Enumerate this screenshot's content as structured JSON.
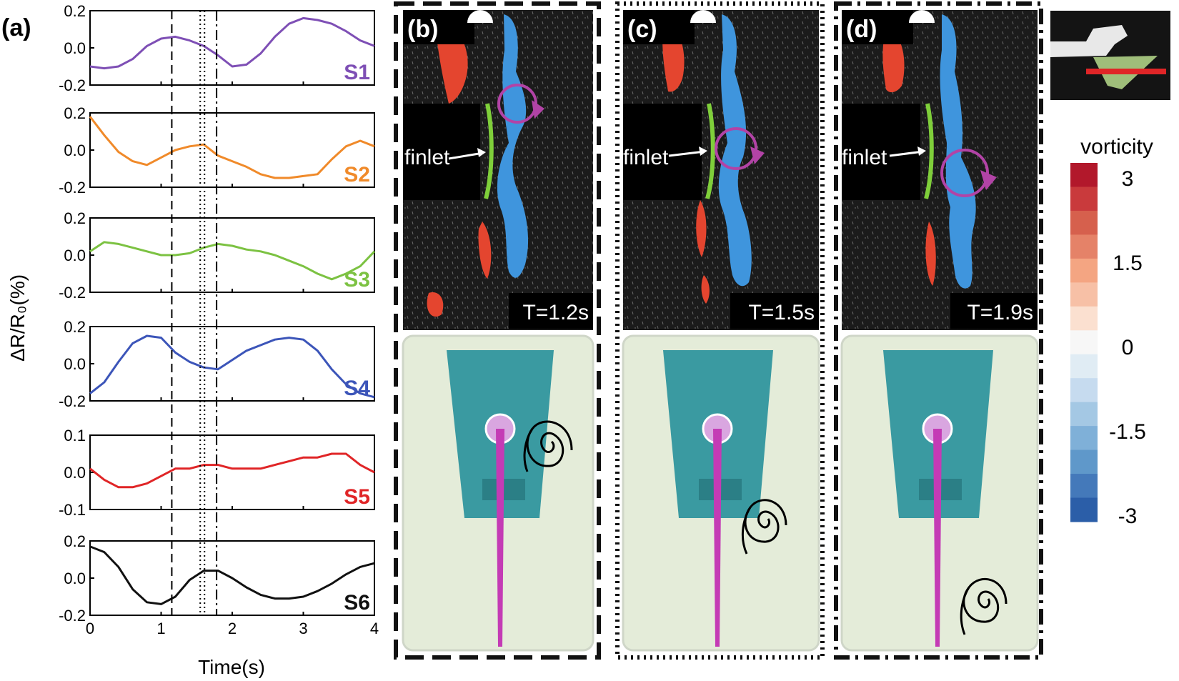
{
  "panel_labels": [
    "(a)",
    "(b)",
    "(c)",
    "(d)"
  ],
  "colors": {
    "S1": "#7e4fb5",
    "S2": "#f08a2a",
    "S3": "#7cc242",
    "S4": "#3c55b9",
    "S5": "#e02527",
    "S6": "#111111",
    "flow_bg": "#1b1b1b",
    "cold_vortex": "#3f95dd",
    "warm_vortex": "#e4452f",
    "finlet": "#7fcf3a",
    "circle": "#b243a6",
    "sketch_bg": "#e4ecd9",
    "fish_body": "#3a9aa1",
    "inset_bar": "#e02527"
  },
  "chart_data": {
    "type": "line",
    "ylabel": "ΔR/R₀(%)",
    "xlabel": "Time(s)",
    "xlim": [
      0,
      4
    ],
    "x_ticks": [
      "0",
      "1",
      "2",
      "3",
      "4"
    ],
    "vertical_markers": [
      {
        "x": 1.15,
        "style": "dashed"
      },
      {
        "x": 1.55,
        "style": "dotted"
      },
      {
        "x": 1.78,
        "style": "dash-dot"
      }
    ],
    "series": [
      {
        "name": "S1",
        "ylim": [
          -0.2,
          0.2
        ],
        "y_ticks": [
          "0.2",
          "0.0",
          "-0.2"
        ],
        "x": [
          0,
          0.2,
          0.4,
          0.6,
          0.8,
          1.0,
          1.2,
          1.4,
          1.6,
          1.8,
          2.0,
          2.2,
          2.4,
          2.6,
          2.8,
          3.0,
          3.2,
          3.4,
          3.6,
          3.8,
          4.0
        ],
        "y": [
          -0.1,
          -0.11,
          -0.1,
          -0.06,
          0.01,
          0.05,
          0.06,
          0.04,
          0.01,
          -0.04,
          -0.1,
          -0.09,
          -0.03,
          0.06,
          0.13,
          0.16,
          0.15,
          0.13,
          0.09,
          0.04,
          0.01
        ]
      },
      {
        "name": "S2",
        "ylim": [
          -0.2,
          0.2
        ],
        "y_ticks": [
          "0.2",
          "0.0",
          "-0.2"
        ],
        "x": [
          0,
          0.2,
          0.4,
          0.6,
          0.8,
          1.0,
          1.2,
          1.4,
          1.6,
          1.8,
          2.0,
          2.2,
          2.4,
          2.6,
          2.8,
          3.0,
          3.2,
          3.4,
          3.6,
          3.8,
          4.0
        ],
        "y": [
          0.18,
          0.08,
          -0.01,
          -0.06,
          -0.08,
          -0.04,
          0.0,
          0.02,
          0.03,
          -0.03,
          -0.06,
          -0.09,
          -0.13,
          -0.15,
          -0.15,
          -0.14,
          -0.13,
          -0.05,
          0.02,
          0.05,
          0.02
        ]
      },
      {
        "name": "S3",
        "ylim": [
          -0.2,
          0.2
        ],
        "y_ticks": [
          "0.2",
          "0.0",
          "-0.2"
        ],
        "x": [
          0,
          0.2,
          0.4,
          0.6,
          0.8,
          1.0,
          1.2,
          1.4,
          1.6,
          1.8,
          2.0,
          2.2,
          2.4,
          2.6,
          2.8,
          3.0,
          3.2,
          3.4,
          3.6,
          3.8,
          4.0
        ],
        "y": [
          0.02,
          0.07,
          0.06,
          0.04,
          0.02,
          0.0,
          0.0,
          0.01,
          0.04,
          0.06,
          0.05,
          0.03,
          0.02,
          0.0,
          -0.03,
          -0.06,
          -0.1,
          -0.13,
          -0.1,
          -0.06,
          0.02
        ]
      },
      {
        "name": "S4",
        "ylim": [
          -0.2,
          0.2
        ],
        "y_ticks": [
          "0.2",
          "0.0",
          "-0.2"
        ],
        "x": [
          0,
          0.2,
          0.4,
          0.6,
          0.8,
          1.0,
          1.2,
          1.4,
          1.6,
          1.8,
          2.0,
          2.2,
          2.4,
          2.6,
          2.8,
          3.0,
          3.2,
          3.4,
          3.6,
          3.8,
          4.0
        ],
        "y": [
          -0.16,
          -0.1,
          0.01,
          0.11,
          0.15,
          0.14,
          0.06,
          0.01,
          -0.02,
          -0.03,
          0.02,
          0.07,
          0.1,
          0.13,
          0.14,
          0.13,
          0.07,
          -0.03,
          -0.11,
          -0.16,
          -0.18
        ]
      },
      {
        "name": "S5",
        "ylim": [
          -0.1,
          0.1
        ],
        "y_ticks": [
          "0.1",
          "0.0",
          "-0.1"
        ],
        "x": [
          0,
          0.2,
          0.4,
          0.6,
          0.8,
          1.0,
          1.2,
          1.4,
          1.6,
          1.8,
          2.0,
          2.2,
          2.4,
          2.6,
          2.8,
          3.0,
          3.2,
          3.4,
          3.6,
          3.8,
          4.0
        ],
        "y": [
          0.01,
          -0.02,
          -0.04,
          -0.04,
          -0.03,
          -0.01,
          0.01,
          0.01,
          0.02,
          0.02,
          0.01,
          0.01,
          0.01,
          0.02,
          0.03,
          0.04,
          0.04,
          0.05,
          0.05,
          0.02,
          0.0
        ]
      },
      {
        "name": "S6",
        "ylim": [
          -0.2,
          0.2
        ],
        "y_ticks": [
          "0.2",
          "0.0",
          "-0.2"
        ],
        "x": [
          0,
          0.2,
          0.4,
          0.6,
          0.8,
          1.0,
          1.2,
          1.4,
          1.6,
          1.8,
          2.0,
          2.2,
          2.4,
          2.6,
          2.8,
          3.0,
          3.2,
          3.4,
          3.6,
          3.8,
          4.0
        ],
        "y": [
          0.17,
          0.14,
          0.06,
          -0.06,
          -0.13,
          -0.14,
          -0.1,
          -0.01,
          0.04,
          0.04,
          0.0,
          -0.05,
          -0.09,
          -0.11,
          -0.11,
          -0.1,
          -0.07,
          -0.03,
          0.02,
          0.06,
          0.08
        ]
      }
    ]
  },
  "flow_panels": [
    {
      "label": "(b)",
      "finlet_label": "finlet",
      "time": "T=1.2s",
      "border": "dashed"
    },
    {
      "label": "(c)",
      "finlet_label": "finlet",
      "time": "T=1.5s",
      "border": "dotted"
    },
    {
      "label": "(d)",
      "finlet_label": "finlet",
      "time": "T=1.9s",
      "border": "dash-dot"
    }
  ],
  "colorbar": {
    "title": "vorticity",
    "ticks": [
      "3",
      "1.5",
      "0",
      "-1.5",
      "-3"
    ],
    "colors": [
      "#b2182b",
      "#c93a3c",
      "#d6604d",
      "#e58268",
      "#f4a582",
      "#f7c0a6",
      "#fbe0d0",
      "#f7f7f7",
      "#e0ecf4",
      "#c6dbef",
      "#a4c8e4",
      "#7fb0d8",
      "#5f98ca",
      "#4479ba",
      "#2b5ea8"
    ]
  }
}
